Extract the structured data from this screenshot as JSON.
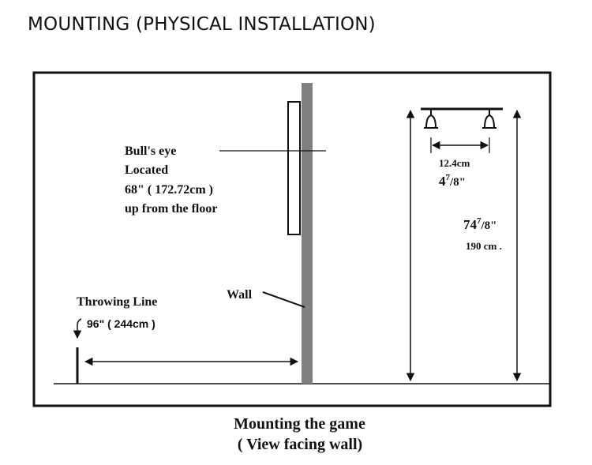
{
  "page_title": "MOUNTING (PHYSICAL INSTALLATION)",
  "diagram": {
    "bullseye_label": [
      "Bull's eye",
      "Located",
      "68\" ( 172.72cm )",
      "up from the floor"
    ],
    "wall_label": "Wall",
    "throwing_line_label": "Throwing Line",
    "throw_distance": "96\" ( 244cm )",
    "mount_width_cm": "12.4cm",
    "mount_width_in": {
      "whole": "4",
      "num": "7",
      "den": "/8\""
    },
    "total_height_in": {
      "whole": "74",
      "num": "7",
      "den": "/8\""
    },
    "total_height_cm": "190 cm .",
    "caption": [
      "Mounting the game",
      "( View facing wall)"
    ]
  }
}
